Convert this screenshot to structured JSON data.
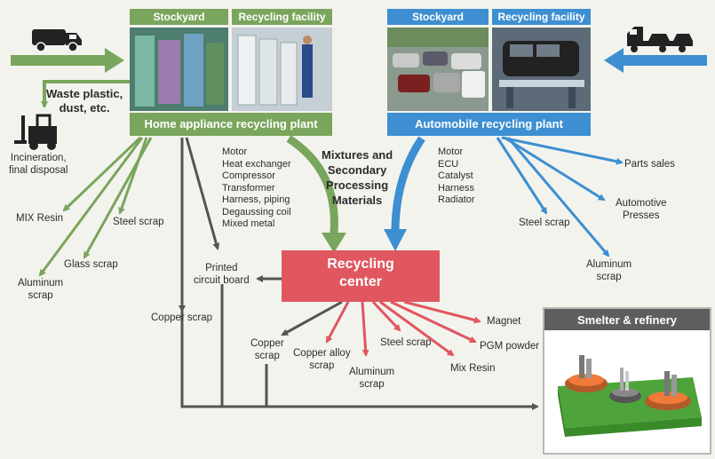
{
  "home": {
    "stockyard": "Stockyard",
    "recycling_facility": "Recycling facility",
    "plant": "Home appliance recycling plant",
    "waste": "Waste plastic,\ndust, etc.",
    "incineration": "Incineration,\nfinal disposal",
    "mix_resin": "MIX Resin",
    "steel_scrap": "Steel scrap",
    "glass_scrap": "Glass scrap",
    "aluminum_scrap": "Aluminum\nscrap",
    "components": [
      "Motor",
      "Heat exchanger",
      "Compressor",
      "Transformer",
      "Harness, piping",
      "Degaussing coil",
      "Mixed metal"
    ],
    "printed_circuit_board": "Printed\ncircuit board",
    "copper_scrap": "Copper scrap"
  },
  "auto": {
    "stockyard": "Stockyard",
    "recycling_facility": "Recycling facility",
    "plant": "Automobile recycling plant",
    "components": [
      "Motor",
      "ECU",
      "Catalyst",
      "Harness",
      "Radiator"
    ],
    "parts_sales": "Parts sales",
    "automotive_presses": "Automotive\nPresses",
    "steel_scrap": "Steel scrap",
    "aluminum_scrap": "Aluminum\nscrap"
  },
  "middle": {
    "mixtures": "Mixtures and\nSecondary\nProcessing\nMaterials"
  },
  "center": {
    "title": "Recycling\ncenter",
    "outputs": {
      "copper_scrap": "Copper\nscrap",
      "copper_alloy_scrap": "Copper alloy\nscrap",
      "aluminum_scrap": "Aluminum\nscrap",
      "steel_scrap": "Steel scrap",
      "mix_resin": "Mix Resin",
      "pgm_powder": "PGM powder",
      "magnet": "Magnet"
    }
  },
  "smelter": {
    "title": "Smelter & refinery"
  },
  "colors": {
    "green": "#7aa55c",
    "blue": "#3d8fd1",
    "red": "#e0575f",
    "dark": "#555555"
  },
  "icons": [
    "truck-icon",
    "car-carrier-truck-icon",
    "forklift-icon",
    "photo-appliance-stockyard",
    "photo-appliance-facility",
    "photo-car-stockyard",
    "photo-car-facility",
    "smelter-furnace-illustration"
  ]
}
